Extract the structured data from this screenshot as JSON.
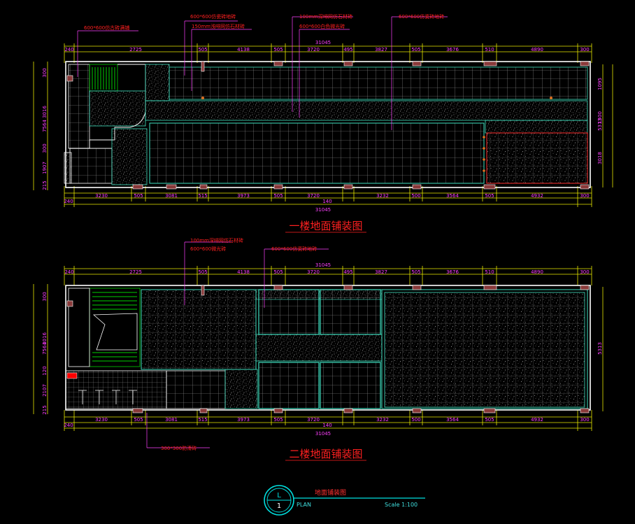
{
  "colors": {
    "background": "#000000",
    "dimension": "#ff40ff",
    "dimension_line": "#e8e800",
    "wall": "#ffffff",
    "tile_border": "#40e0c0",
    "grid": "#a0a0a0",
    "stair": "#00d000",
    "title": "#ff2020",
    "column": "#8a3a3a",
    "stamp": "#00e0e0"
  },
  "plan1": {
    "title": "一楼地面铺装图",
    "top_total": "31045",
    "top_dims": [
      "240",
      "2725",
      "505",
      "4138",
      "505",
      "3720",
      "495",
      "3827",
      "505",
      "3676",
      "510",
      "4890",
      "300"
    ],
    "bottom_dims": [
      "3230",
      "505",
      "3081",
      "515",
      "3973",
      "505",
      "3720",
      "3232",
      "500",
      "3564",
      "505",
      "4932",
      "300"
    ],
    "bottom_total": "31045",
    "bottom_extra": [
      "240",
      "140"
    ],
    "left_dims": [
      "300",
      "3016",
      "300",
      "1907",
      "215",
      "7564"
    ],
    "right_dims": [
      "1095",
      "1300",
      "3018",
      "5313"
    ],
    "callouts": [
      "600*600仿古砖满铺",
      "600*600仿瓷砖地砖",
      "150mm浅啡网仿石材砖",
      "100mm深啡网仿石材砖",
      "600*600白色微光砖",
      "600*600仿瓷砖地砖"
    ]
  },
  "plan2": {
    "title": "二楼地面铺装图",
    "top_total": "31045",
    "top_dims": [
      "240",
      "2725",
      "505",
      "4138",
      "505",
      "3720",
      "495",
      "3827",
      "505",
      "3676",
      "510",
      "4890",
      "300"
    ],
    "bottom_dims": [
      "3230",
      "505",
      "3081",
      "515",
      "3973",
      "505",
      "3720",
      "3232",
      "500",
      "3564",
      "505",
      "4932",
      "300"
    ],
    "bottom_total": "31045",
    "bottom_extra": [
      "240",
      "140"
    ],
    "left_dims": [
      "300",
      "3016",
      "120",
      "2107",
      "215",
      "7564"
    ],
    "right_dims": [
      "5313"
    ],
    "callouts": [
      "100mm深啡网仿石材砖",
      "600*600微光砖",
      "600*600仿瓷砖地砖",
      "300*300防滑砖"
    ]
  },
  "stamp": {
    "number": "1",
    "letter": "L",
    "title": "地面铺装图",
    "plan_label": "PLAN",
    "scale": "Scale 1:100"
  }
}
